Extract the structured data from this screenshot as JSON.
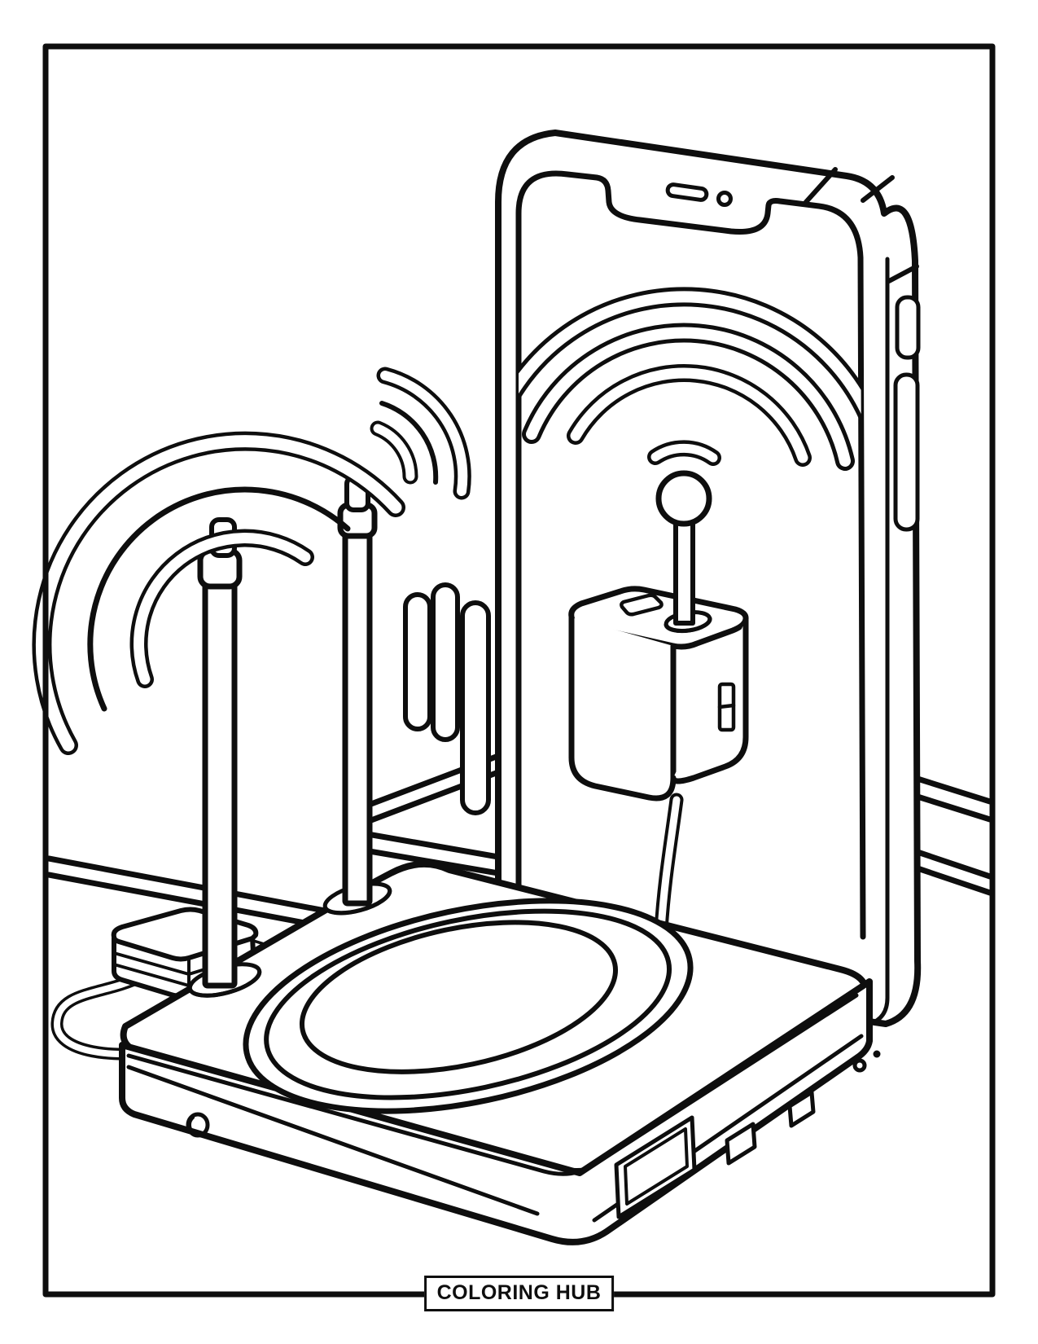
{
  "page": {
    "background_color": "#ffffff",
    "line_color": "#0e0e0e"
  },
  "footer": {
    "badge_label": "COLORING HUB"
  },
  "illustration": {
    "subject": "Coloring page line art: wireless charging dock router with two antennas, WiFi signal waves, standing smartphone, power adapter with ball antenna, plug and cables",
    "elements": [
      "page-border-frame",
      "background-wall-lines",
      "background-pills",
      "smartphone-outline",
      "phone-notch",
      "phone-speaker-slot",
      "phone-camera-dot",
      "phone-side-buttons",
      "wifi-signal-large",
      "wifi-signal-left",
      "wifi-signal-small",
      "power-adapter-cube",
      "adapter-ball-antenna",
      "adapter-cable",
      "power-plug",
      "power-cable",
      "charging-base",
      "charging-pad-rings",
      "antenna-left",
      "antenna-middle",
      "base-ports",
      "base-led-dots",
      "base-power-button",
      "brand-badge"
    ]
  }
}
